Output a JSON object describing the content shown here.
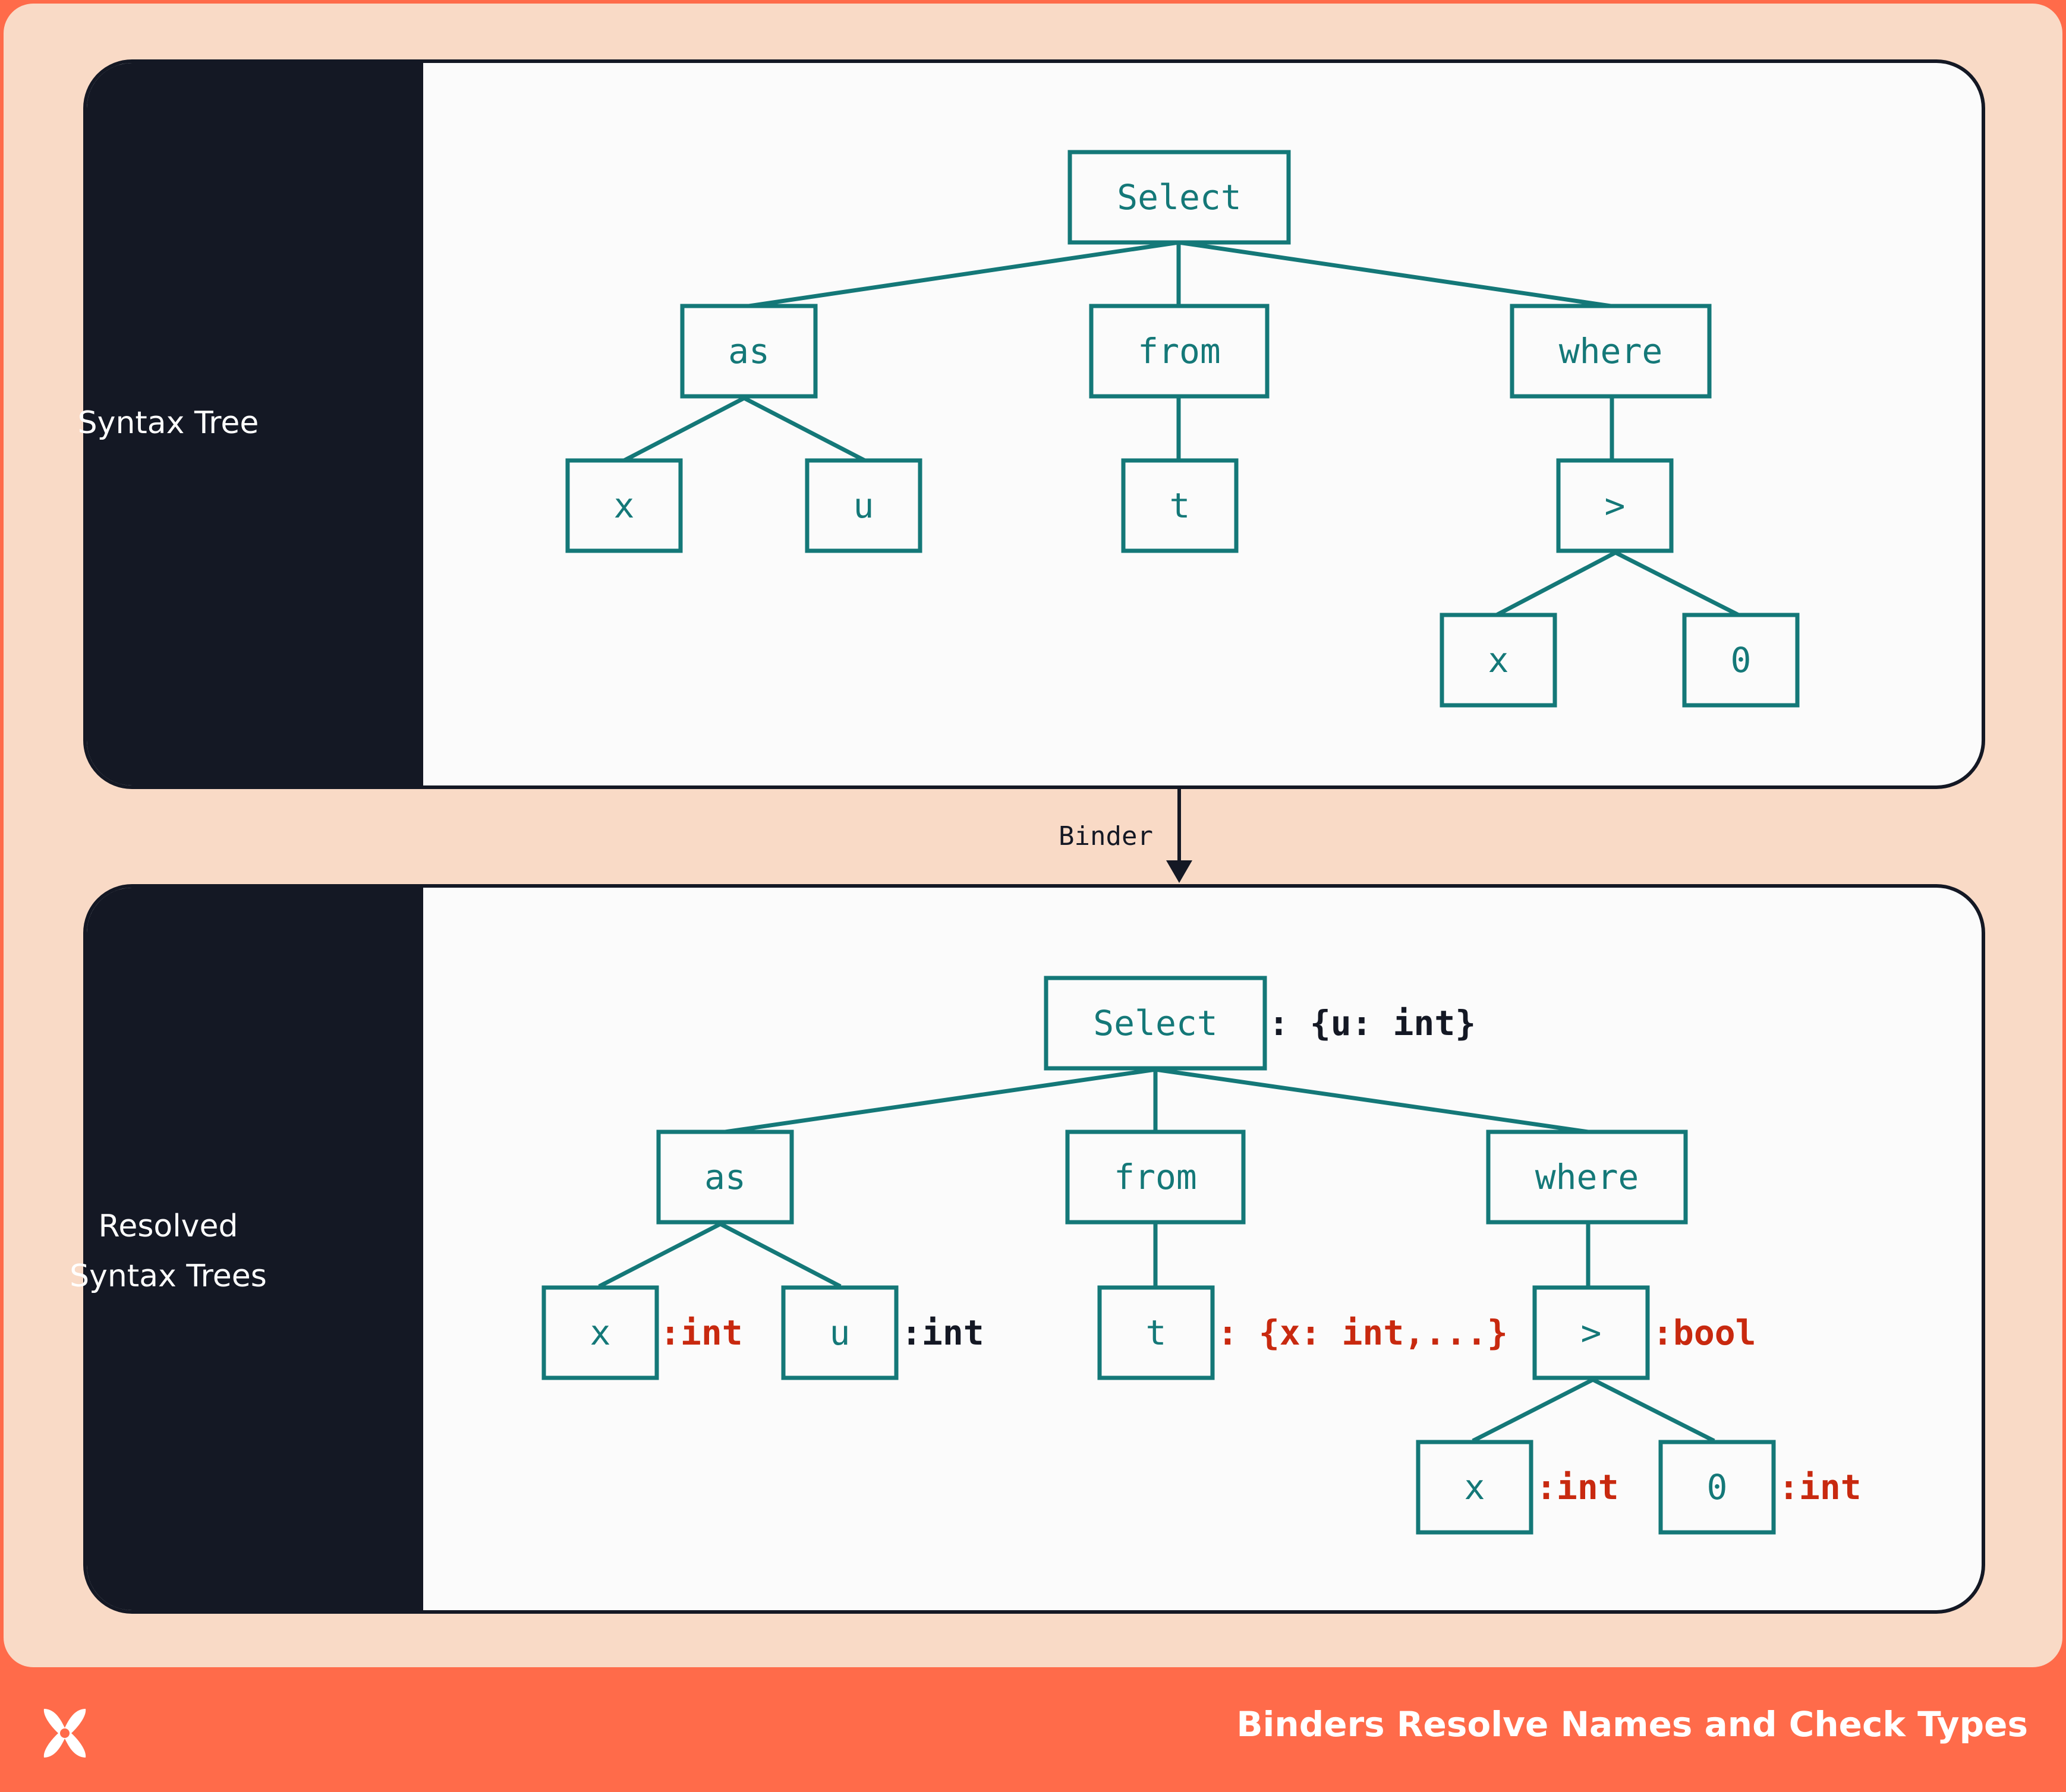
{
  "colors": {
    "footer": "#ff6b4a",
    "background": "#f9dac6",
    "sidebar": "#141824",
    "node_stroke": "#147878",
    "type_red": "#c8290f",
    "type_black": "#141824"
  },
  "panels": [
    {
      "label": "Syntax Tree"
    },
    {
      "label_line1": "Resolved",
      "label_line2": "Syntax Trees"
    }
  ],
  "binder_label": "Binder",
  "tree1": {
    "select": "Select",
    "as": "as",
    "from": "from",
    "where": "where",
    "x": "x",
    "u": "u",
    "t": "t",
    "gt": ">",
    "x2": "x",
    "zero": "0"
  },
  "tree2": {
    "select": "Select",
    "select_type": ": {u: int}",
    "as": "as",
    "from": "from",
    "where": "where",
    "x": "x",
    "x_type": ":int",
    "u": "u",
    "u_type": ":int",
    "t": "t",
    "t_type": ": {x: int,...}",
    "gt": ">",
    "gt_type": ":bool",
    "x2": "x",
    "x2_type": ":int",
    "zero": "0",
    "zero_type": ":int"
  },
  "footer_title": "Binders Resolve Names and Check Types",
  "logo_icon": "x-logo-icon"
}
